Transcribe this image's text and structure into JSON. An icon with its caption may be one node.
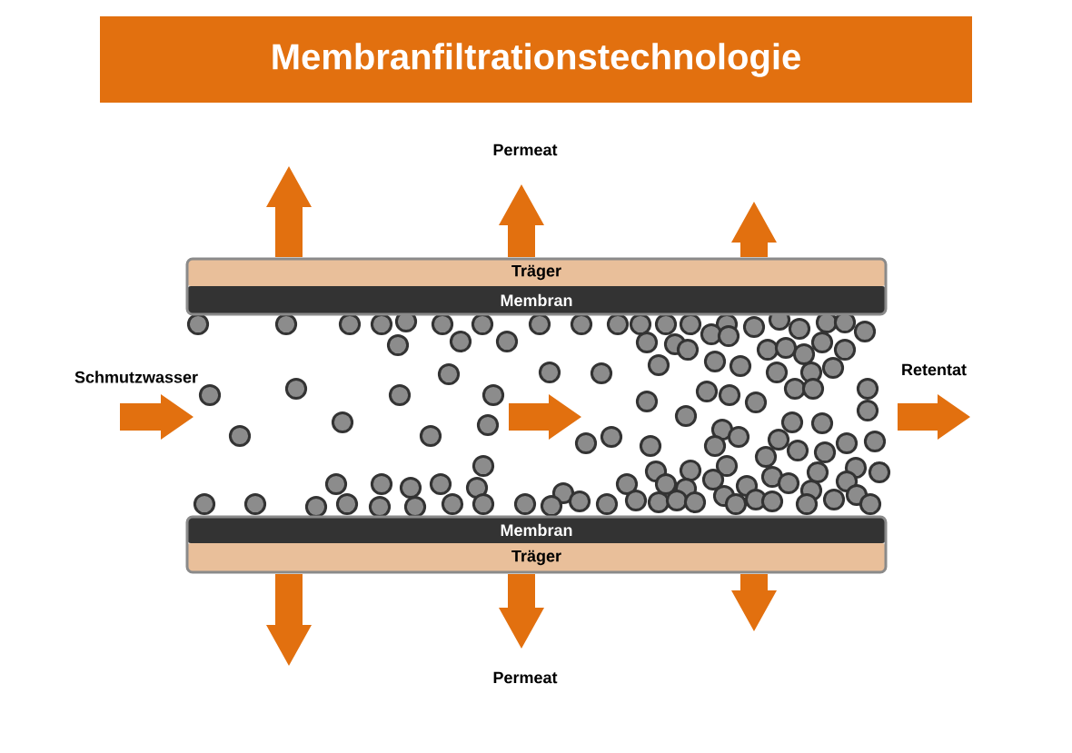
{
  "diagram": {
    "title": "Membranfiltrationstechnologie",
    "nodes": [
      {
        "text": [
          "Träger"
        ]
      },
      {
        "text": [
          "Membran"
        ]
      },
      {
        "text": [
          "Membran"
        ]
      },
      {
        "text": [
          "Träger"
        ]
      }
    ],
    "labels": [
      "Permeat",
      "Schmutzwasser",
      "Retentat",
      "Permeat"
    ]
  }
}
